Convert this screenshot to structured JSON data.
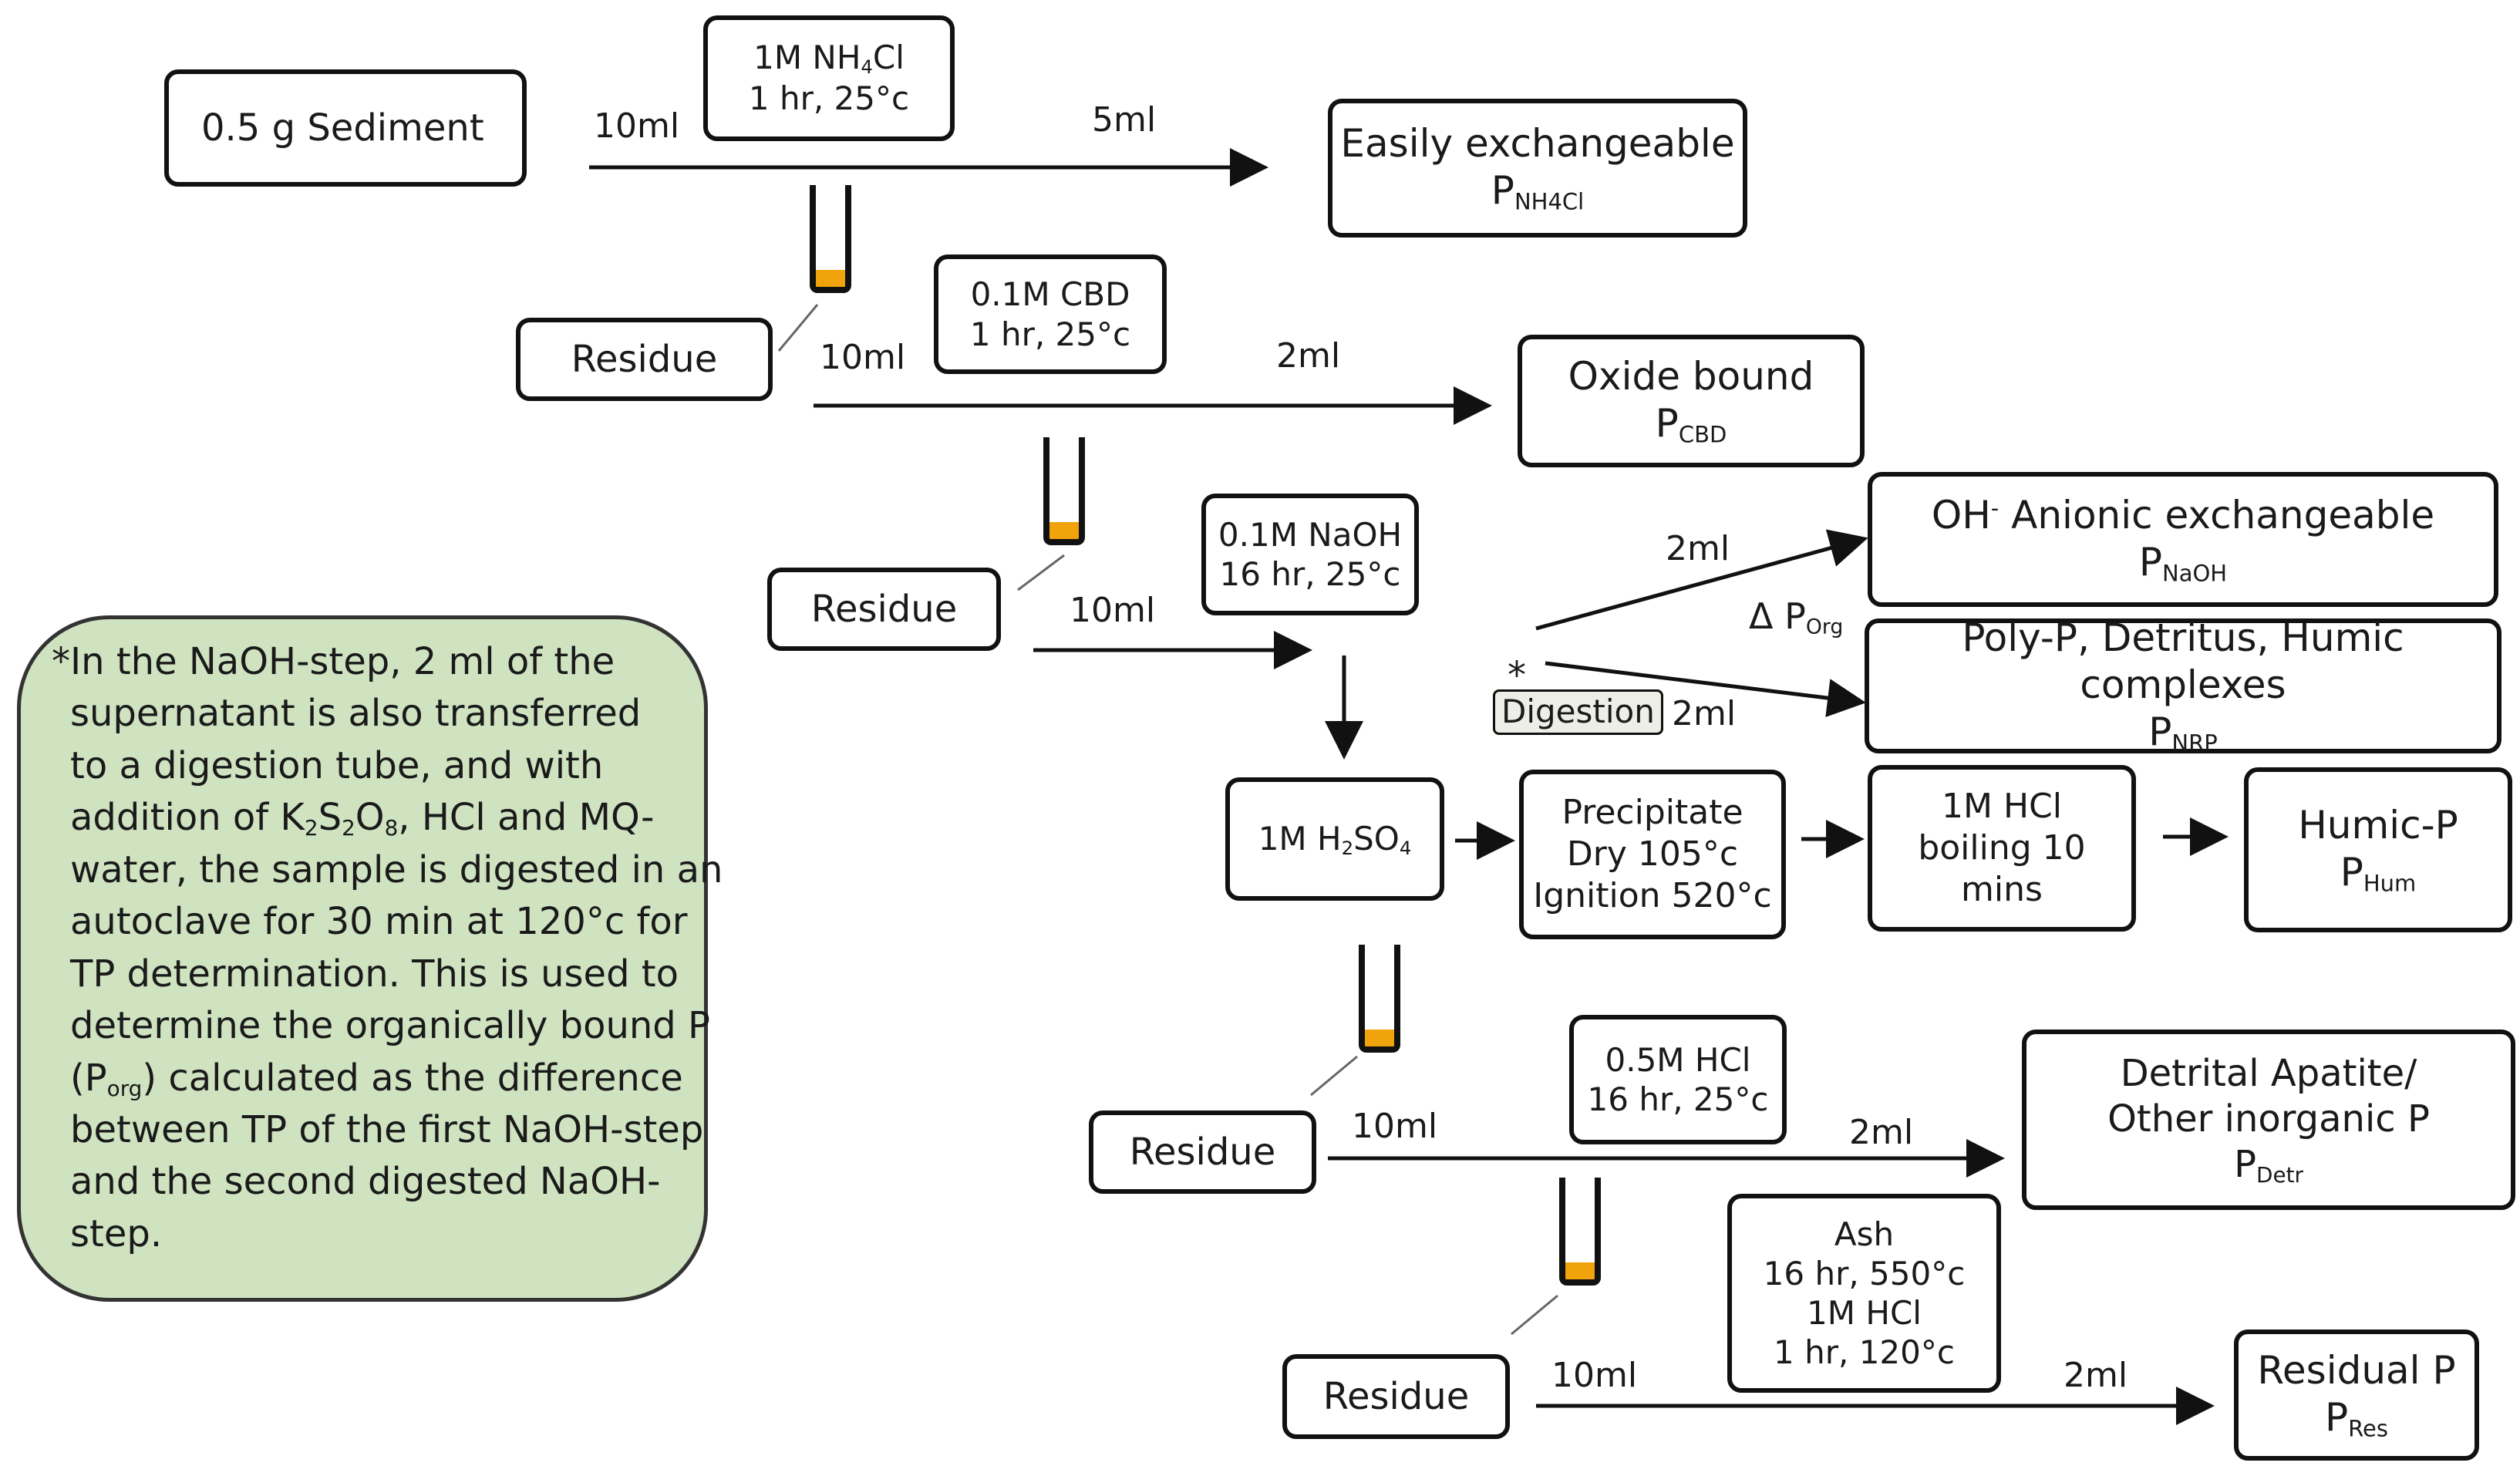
{
  "start": "0.5 g Sediment",
  "residue": "Residue",
  "steps": [
    {
      "reagent": "1M NH",
      "reagent_sub": "4",
      "reagent_tail": "Cl",
      "cond": "1 hr, 25°c",
      "vol_in": "10ml",
      "vol_out": "5ml",
      "result": "Easily exchangeable",
      "p": "P",
      "p_sub": "NH4Cl"
    },
    {
      "reagent": "0.1M CBD",
      "cond": "1 hr, 25°c",
      "vol_in": "10ml",
      "vol_out": "2ml",
      "result": "Oxide bound",
      "p": "P",
      "p_sub": "CBD"
    },
    {
      "reagent": "0.1M NaOH",
      "cond": "16 hr, 25°c",
      "vol_in": "10ml"
    },
    {
      "reagent": "0.5M HCl",
      "cond": "16 hr, 25°c",
      "vol_in": "10ml",
      "vol_out": "2ml",
      "result1": "Detrital Apatite/",
      "result2": "Other inorganic P",
      "p": "P",
      "p_sub": "Detr"
    },
    {
      "reagent": "Ash",
      "cond1": "16 hr, 550°c",
      "cond2": "1M HCl",
      "cond3": "1 hr, 120°c",
      "vol_in": "10ml",
      "vol_out": "2ml",
      "result": "Residual P",
      "p": "P",
      "p_sub": "Res"
    }
  ],
  "naoh": {
    "vol_up": "2ml",
    "vol_down": "2ml",
    "star": "*",
    "digestion": "Digestion",
    "anionic_sup": "-",
    "anionic_pre": "OH",
    "anionic": " Anionic exchangeable",
    "anionic_p": "P",
    "anionic_sub": "NaOH",
    "delta": "Δ P",
    "delta_sub": "Org",
    "nrp": "Poly-P, Detritus, Humic complexes",
    "nrp_p": "P",
    "nrp_sub": "NRP"
  },
  "humic": {
    "h2so4_a": "1M H",
    "h2so4_sub1": "2",
    "h2so4_b": "SO",
    "h2so4_sub2": "4",
    "precip1": "Precipitate",
    "precip2": "Dry 105°c",
    "precip3": "Ignition 520°c",
    "hcl1": "1M HCl",
    "hcl2": "boiling 10 mins",
    "result": "Humic-P",
    "p": "P",
    "p_sub": "Hum"
  },
  "note": {
    "line1": "*In the NaOH-step, 2 ml of the",
    "line2": "supernatant is also transferred",
    "line3": "to a digestion tube, and with",
    "line4a": "addition of K",
    "line4b": "2",
    "line4c": "S",
    "line4d": "2",
    "line4e": "O",
    "line4f": "8",
    "line4g": ", HCl and MQ-",
    "line5": "water, the sample is digested in an",
    "line6": "autoclave for 30 min at 120°c for",
    "line7": "TP determination. This is used to",
    "line8": "determine the organically bound P",
    "line9a": "(P",
    "line9b": "org",
    "line9c": ") calculated as the difference",
    "line10": "between TP of the first NaOH-step",
    "line11": "and the second digested NaOH-",
    "line12": "step."
  },
  "colors": {
    "tube_fill": "#f0a30a",
    "note_bg": "#cfe3c1",
    "line": "#111111"
  }
}
